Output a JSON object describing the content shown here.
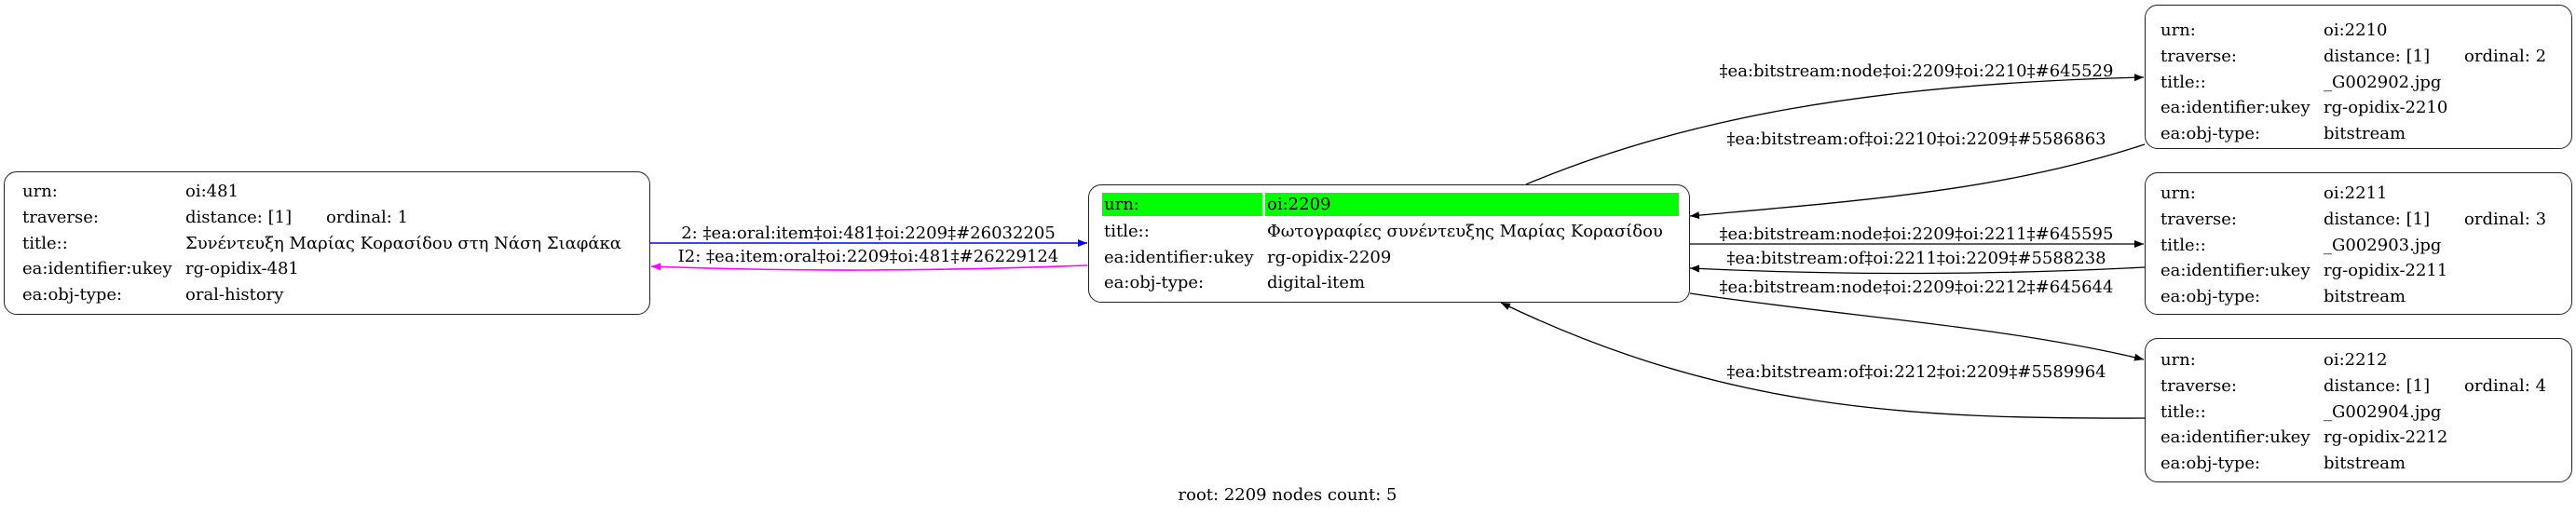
{
  "nodes": [
    {
      "id": "481",
      "rows": [
        {
          "label": "urn:",
          "value": "oi:481"
        },
        {
          "label": "traverse:",
          "value": "distance: [1]",
          "extra": "ordinal: 1"
        },
        {
          "label": "title::",
          "value": "Συνέντευξη Μαρίας Κορασίδου στη Νάση Σιαφάκα"
        },
        {
          "label": "ea:identifier:ukey",
          "value": "rg-opidix-481"
        },
        {
          "label": "ea:obj-type:",
          "value": "oral-history"
        }
      ]
    },
    {
      "id": "2209",
      "root": true,
      "highlight_color": "#00ff00",
      "rows": [
        {
          "label": "urn:",
          "value": "oi:2209",
          "highlight": true
        },
        {
          "label": "title::",
          "value": "Φωτογραφίες συνέντευξης Μαρίας Κορασίδου"
        },
        {
          "label": "ea:identifier:ukey",
          "value": "rg-opidix-2209"
        },
        {
          "label": "ea:obj-type:",
          "value": "digital-item"
        }
      ]
    },
    {
      "id": "2210",
      "rows": [
        {
          "label": "urn:",
          "value": "oi:2210"
        },
        {
          "label": "traverse:",
          "value": "distance: [1]",
          "extra": "ordinal: 2"
        },
        {
          "label": "title::",
          "value": "_G002902.jpg"
        },
        {
          "label": "ea:identifier:ukey",
          "value": "rg-opidix-2210"
        },
        {
          "label": "ea:obj-type:",
          "value": "bitstream"
        }
      ]
    },
    {
      "id": "2211",
      "rows": [
        {
          "label": "urn:",
          "value": "oi:2211"
        },
        {
          "label": "traverse:",
          "value": "distance: [1]",
          "extra": "ordinal: 3"
        },
        {
          "label": "title::",
          "value": "_G002903.jpg"
        },
        {
          "label": "ea:identifier:ukey",
          "value": "rg-opidix-2211"
        },
        {
          "label": "ea:obj-type:",
          "value": "bitstream"
        }
      ]
    },
    {
      "id": "2212",
      "rows": [
        {
          "label": "urn:",
          "value": "oi:2212"
        },
        {
          "label": "traverse:",
          "value": "distance: [1]",
          "extra": "ordinal: 4"
        },
        {
          "label": "title::",
          "value": "_G002904.jpg"
        },
        {
          "label": "ea:identifier:ukey",
          "value": "rg-opidix-2212"
        },
        {
          "label": "ea:obj-type:",
          "value": "bitstream"
        }
      ]
    }
  ],
  "edges": [
    {
      "from": "481",
      "to": "2209",
      "label": "2: ‡ea:oral:item‡oi:481‡oi:2209‡#26032205",
      "color": "#0000ff"
    },
    {
      "from": "2209",
      "to": "481",
      "label": "I2: ‡ea:item:oral‡oi:2209‡oi:481‡#26229124",
      "color": "#ff00ff"
    },
    {
      "from": "2209",
      "to": "2210",
      "label": "‡ea:bitstream:node‡oi:2209‡oi:2210‡#645529",
      "color": "#000000"
    },
    {
      "from": "2210",
      "to": "2209",
      "label": "‡ea:bitstream:of‡oi:2210‡oi:2209‡#5586863",
      "color": "#000000"
    },
    {
      "from": "2209",
      "to": "2211",
      "label": "‡ea:bitstream:node‡oi:2209‡oi:2211‡#645595",
      "color": "#000000"
    },
    {
      "from": "2211",
      "to": "2209",
      "label": "‡ea:bitstream:of‡oi:2211‡oi:2209‡#5588238",
      "color": "#000000"
    },
    {
      "from": "2209",
      "to": "2212",
      "label": "‡ea:bitstream:node‡oi:2209‡oi:2212‡#645644",
      "color": "#000000"
    },
    {
      "from": "2212",
      "to": "2209",
      "label": "‡ea:bitstream:of‡oi:2212‡oi:2209‡#5589964",
      "color": "#000000"
    }
  ],
  "footer": "root: 2209 nodes count: 5"
}
